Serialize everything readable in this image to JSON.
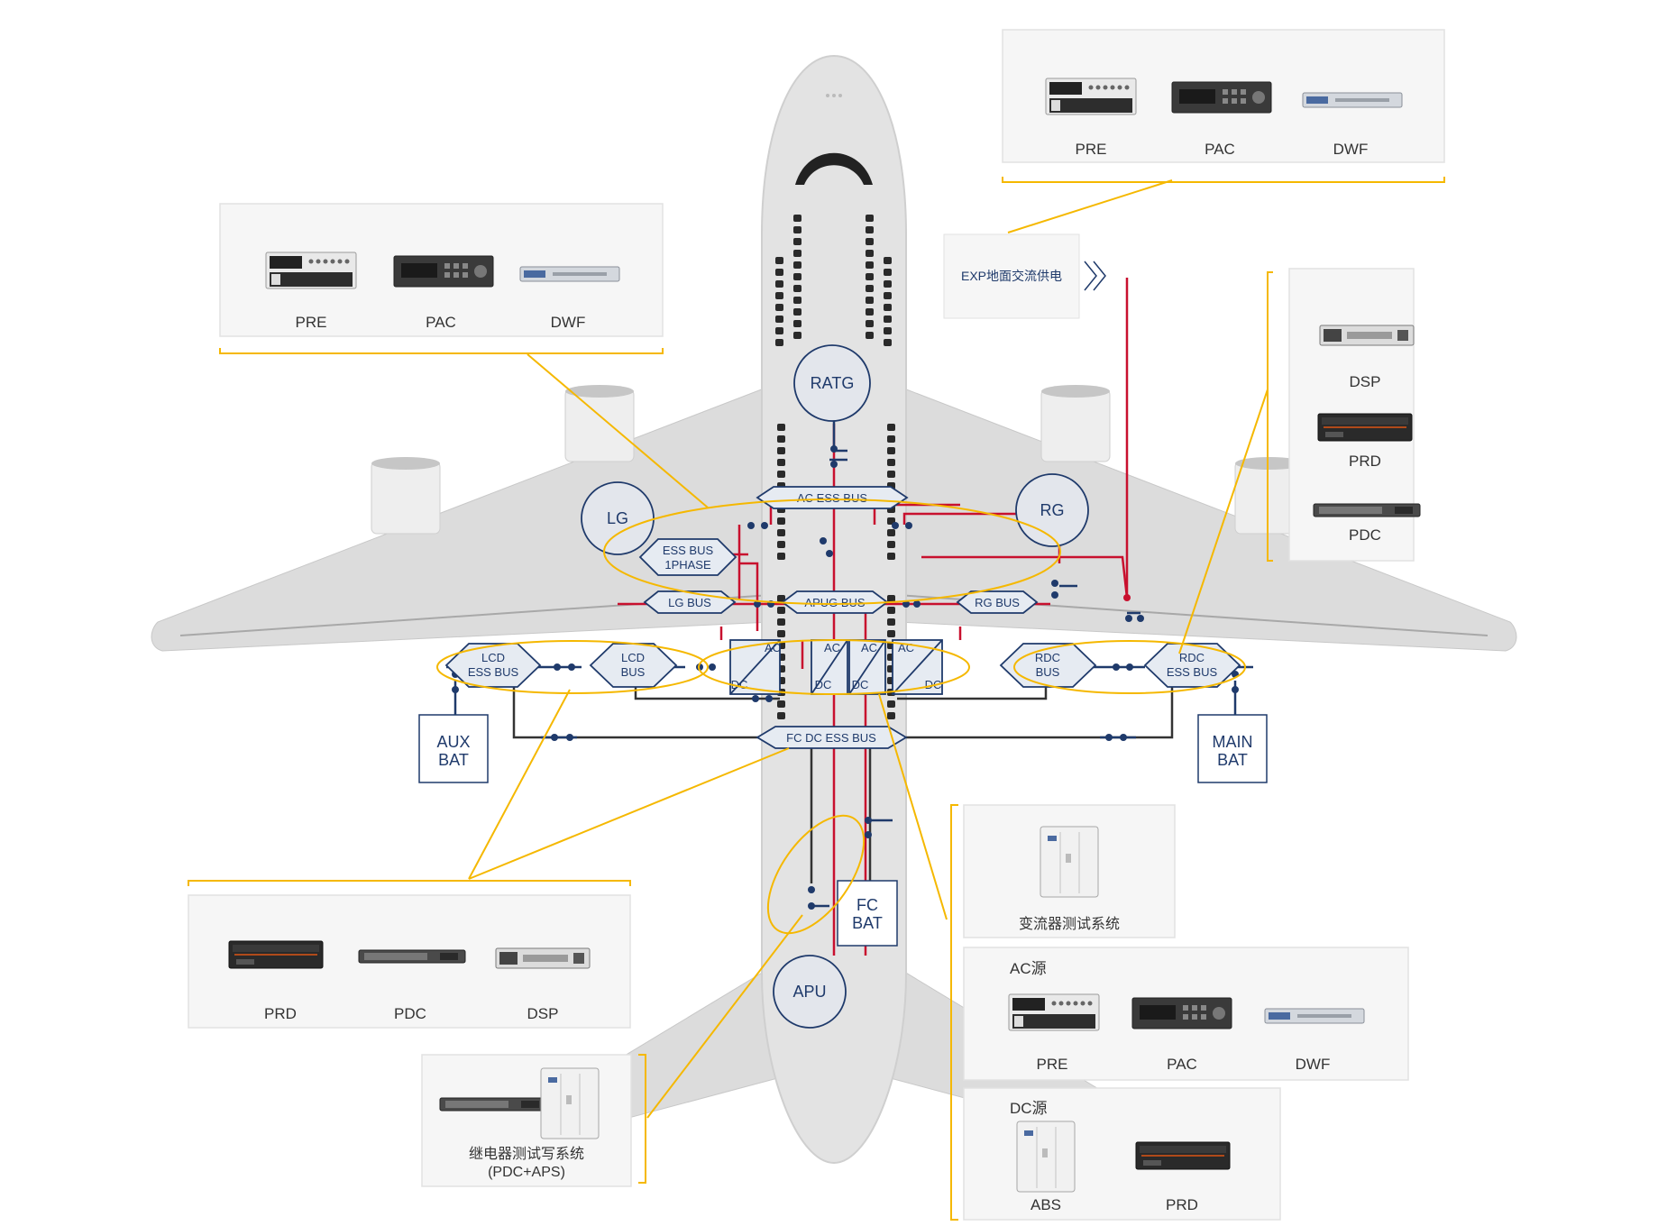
{
  "colors": {
    "bus_line": "#1f3a6b",
    "ac_line": "#c8102e",
    "dc_line": "#333333",
    "highlight": "#f5b800",
    "aircraft": "#dcdcdc"
  },
  "aircraft_labels": {
    "ratg": "RATG",
    "lg": "LG",
    "rg": "RG",
    "apu": "APU",
    "aux_bat": [
      "AUX",
      "BAT"
    ],
    "main_bat": [
      "MAIN",
      "BAT"
    ],
    "fc_bat": [
      "FC",
      "BAT"
    ],
    "ac_ess_bus": "AC ESS BUS",
    "ess_bus_1phase": [
      "ESS BUS",
      "1PHASE"
    ],
    "lg_bus": "LG BUS",
    "apug_bus": "APUG BUS",
    "rg_bus": "RG BUS",
    "lcd_ess_bus": [
      "LCD",
      "ESS BUS"
    ],
    "lcd_bus": [
      "LCD",
      "BUS"
    ],
    "rdc_bus": [
      "RDC",
      "BUS"
    ],
    "rdc_ess_bus": [
      "RDC",
      "ESS BUS"
    ],
    "fc_dc_ess_bus": "FC DC ESS BUS",
    "converter_ac": "AC",
    "converter_dc": "DC"
  },
  "ground_power": {
    "label": "EXP地面交流供电"
  },
  "panels": {
    "top_right": {
      "items": [
        "PRE",
        "PAC",
        "DWF"
      ]
    },
    "top_left": {
      "items": [
        "PRE",
        "PAC",
        "DWF"
      ]
    },
    "right": {
      "items": [
        "DSP",
        "PRD",
        "PDC"
      ]
    },
    "bottom_left": {
      "items": [
        "PRD",
        "PDC",
        "DSP"
      ]
    },
    "relay": {
      "caption": [
        "继电器测试写系统",
        "(PDC+APS)"
      ]
    },
    "converter": {
      "caption": "变流器测试系统"
    },
    "ac_source": {
      "title": "AC源",
      "items": [
        "PRE",
        "PAC",
        "DWF"
      ]
    },
    "dc_source": {
      "title": "DC源",
      "items": [
        "ABS",
        "PRD"
      ]
    }
  }
}
